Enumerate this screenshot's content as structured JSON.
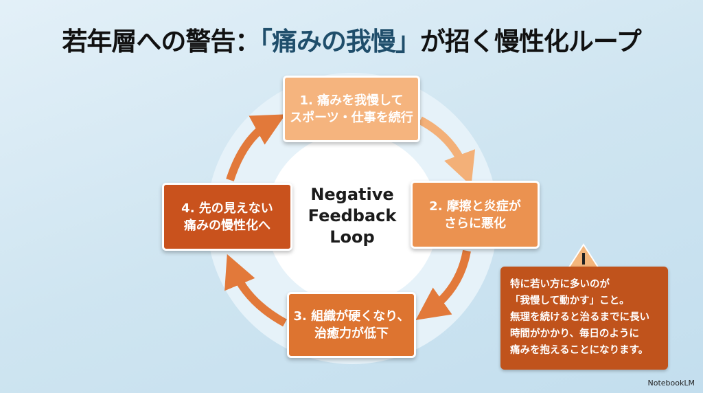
{
  "title": {
    "part1": "若年層への警告：",
    "highlight": "「痛みの我慢」",
    "part2": "が招く慢性化ループ"
  },
  "center_label": "Negative\nFeedback\nLoop",
  "steps": [
    {
      "label": "1. 痛みを我慢して\nスポーツ・仕事を続行",
      "color": "#f5b47e"
    },
    {
      "label": "2. 摩擦と炎症が\nさらに悪化",
      "color": "#eb9250"
    },
    {
      "label": "3. 組織が硬くなり、\n治癒力が低下",
      "color": "#dd7430"
    },
    {
      "label": "4. 先の見えない\n痛みの慢性化へ",
      "color": "#c9521d"
    }
  ],
  "warning": {
    "icon": "warning-triangle-icon",
    "text": "特に若い方に多いのが\n「我慢して動かす」こと。\n無理を続けると治るまでに長い\n時間がかかり、毎日のように\n痛みを抱えることになります。"
  },
  "brand": "NotebookLM"
}
